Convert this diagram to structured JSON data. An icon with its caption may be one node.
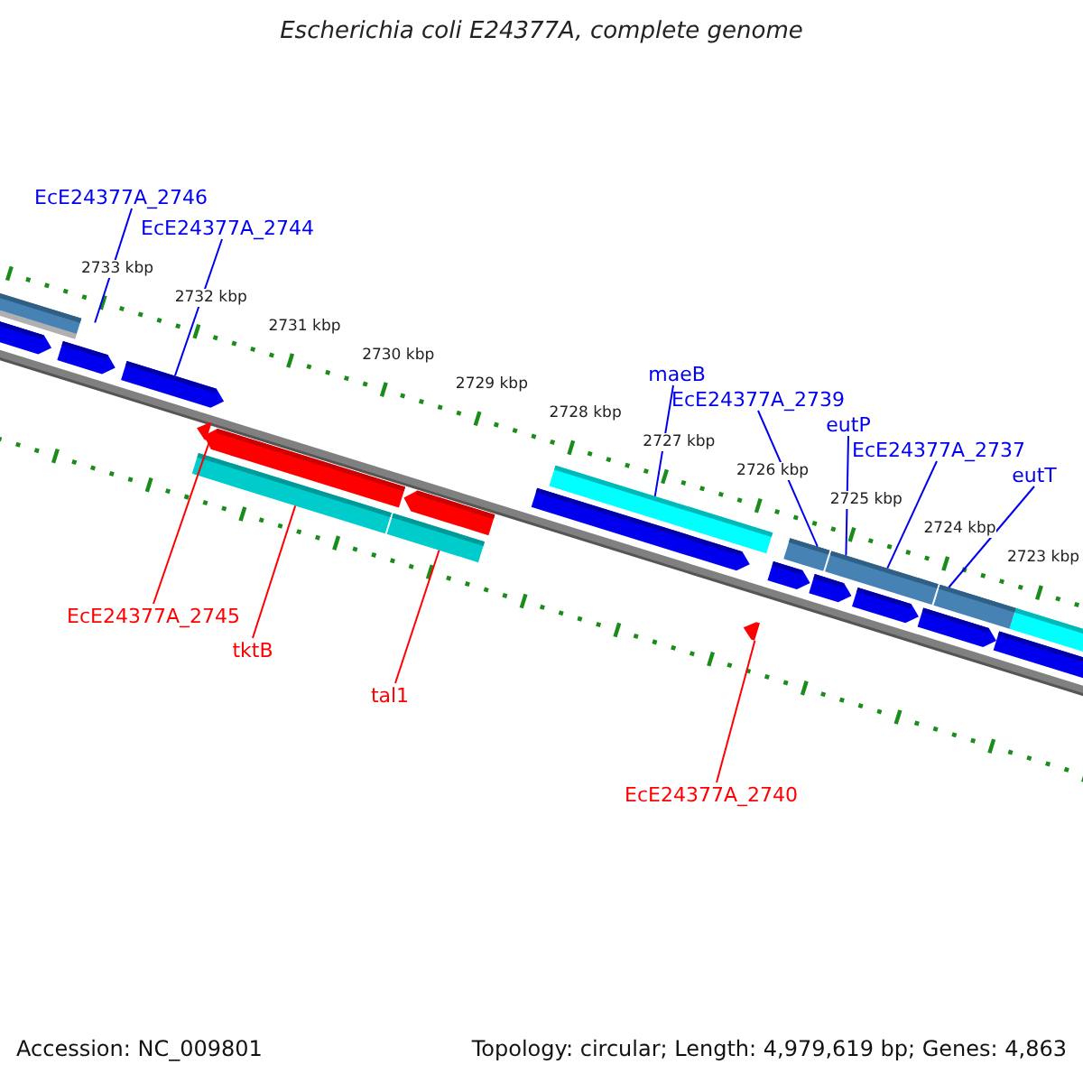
{
  "diagram": {
    "title": "Escherichia coli E24377A, complete genome",
    "nodes": [
      {
        "text": [
          "EcE24377A_2746"
        ]
      },
      {
        "text": [
          "EcE24377A_2744"
        ]
      },
      {
        "text": [
          "maeB"
        ]
      },
      {
        "text": [
          "EcE24377A_2739"
        ]
      },
      {
        "text": [
          "eutP"
        ]
      },
      {
        "text": [
          "EcE24377A_2737"
        ]
      },
      {
        "text": [
          "eutT"
        ]
      },
      {
        "text": [
          "EcE24377A_2745"
        ]
      },
      {
        "text": [
          "tktB"
        ]
      },
      {
        "text": [
          "tal1"
        ]
      },
      {
        "text": [
          "EcE24377A_2740"
        ]
      },
      {
        "text": [],
        "shape": "bar"
      },
      {
        "text": [],
        "shape": "triangle"
      },
      {
        "text": [],
        "shape": "arrow"
      },
      {
        "text": [],
        "shape": "bar"
      },
      {
        "text": [],
        "shape": "bar"
      },
      {
        "text": [],
        "shape": "bar"
      },
      {
        "text": [],
        "shape": "triangle"
      },
      {
        "text": [],
        "shape": "bar"
      },
      {
        "text": [],
        "shape": "bar"
      },
      {
        "text": [],
        "shape": "bar"
      }
    ],
    "edges": [
      {
        "from": 0,
        "to": 11,
        "arrow": "none"
      },
      {
        "from": 1,
        "to": 13,
        "arrow": "none"
      },
      {
        "from": 2,
        "to": 16,
        "arrow": "none"
      },
      {
        "from": 3,
        "to": 18,
        "arrow": "none"
      },
      {
        "from": 4,
        "to": 19,
        "arrow": "none"
      },
      {
        "from": 5,
        "to": 19,
        "arrow": "none"
      },
      {
        "from": 6,
        "to": 20,
        "arrow": "none"
      },
      {
        "from": 7,
        "to": 12,
        "arrow": "none",
        "color": "#ff0000"
      },
      {
        "from": 8,
        "to": 14,
        "arrow": "none",
        "color": "#ff0000"
      },
      {
        "from": 9,
        "to": 15,
        "arrow": "none",
        "color": "#ff0000"
      },
      {
        "from": 10,
        "to": 17,
        "arrow": "none",
        "color": "#ff0000"
      }
    ],
    "labels": [
      "2733 kbp",
      "2732 kbp",
      "2731 kbp",
      "2730 kbp",
      "2729 kbp",
      "2728 kbp",
      "2727 kbp",
      "2726 kbp",
      "2725 kbp",
      "2724 kbp",
      "2723 kbp",
      "Accession: NC_009801",
      "Topology: circular; Length: 4,979,619 bp; Genes: 4,863"
    ]
  }
}
